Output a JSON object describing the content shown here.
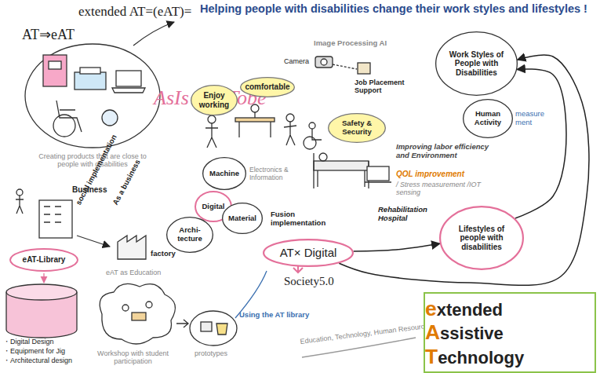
{
  "diagram": {
    "title": "Helping people with disabilities change their work styles and lifestyles !",
    "nodes": [
      {
        "text": [
          "Work Styles of People with Disabilities"
        ]
      },
      {
        "text": [
          "Enjoy working"
        ]
      },
      {
        "text": [
          "comfortable"
        ]
      },
      {
        "text": [
          "Human Activity"
        ]
      },
      {
        "text": [
          "Safety & Security"
        ]
      },
      {
        "text": [
          "Machine"
        ]
      },
      {
        "text": [
          "Digital"
        ]
      },
      {
        "text": [
          "Archi- tecture"
        ]
      },
      {
        "text": [
          "Material"
        ]
      },
      {
        "text": [
          "Lifestyles of people with disabilities"
        ]
      },
      {
        "text": [
          "AT× Digital"
        ]
      },
      {
        "text": [
          "eAT-Library"
        ]
      },
      {
        "text": [
          "extended",
          "Assistive",
          "Technology"
        ]
      }
    ],
    "edges": [
      {
        "from": 10,
        "to": 0,
        "arrow": "to"
      },
      {
        "from": 10,
        "to": 9,
        "arrow": "to"
      },
      {
        "from": 9,
        "to": 0,
        "arrow": "to"
      }
    ],
    "labels": [
      "extended AT=(eAT)=",
      "AT⇒eAT",
      "Creating products that are close to people with disabilities",
      "AsIs",
      "Tobe",
      "Image Processing AI",
      "Camera",
      "Job Placement Support",
      "measure ment",
      "Improving labor efficiency and Environment",
      "QOL improvement",
      "/ Stress measurement /IOT sensing",
      "Rehabilitation Hospital",
      "Electronics & Information",
      "Fusion implementation",
      "social implementation",
      "As a business",
      "Business",
      "factory",
      "・Digital Design",
      "・Equipment for Jig",
      "・Architectural design",
      "eAT as Education",
      "Workshop with student participation",
      "prototypes",
      "Using the AT library",
      "Society5.0",
      "Education, Technology, Human Resource Development"
    ]
  }
}
